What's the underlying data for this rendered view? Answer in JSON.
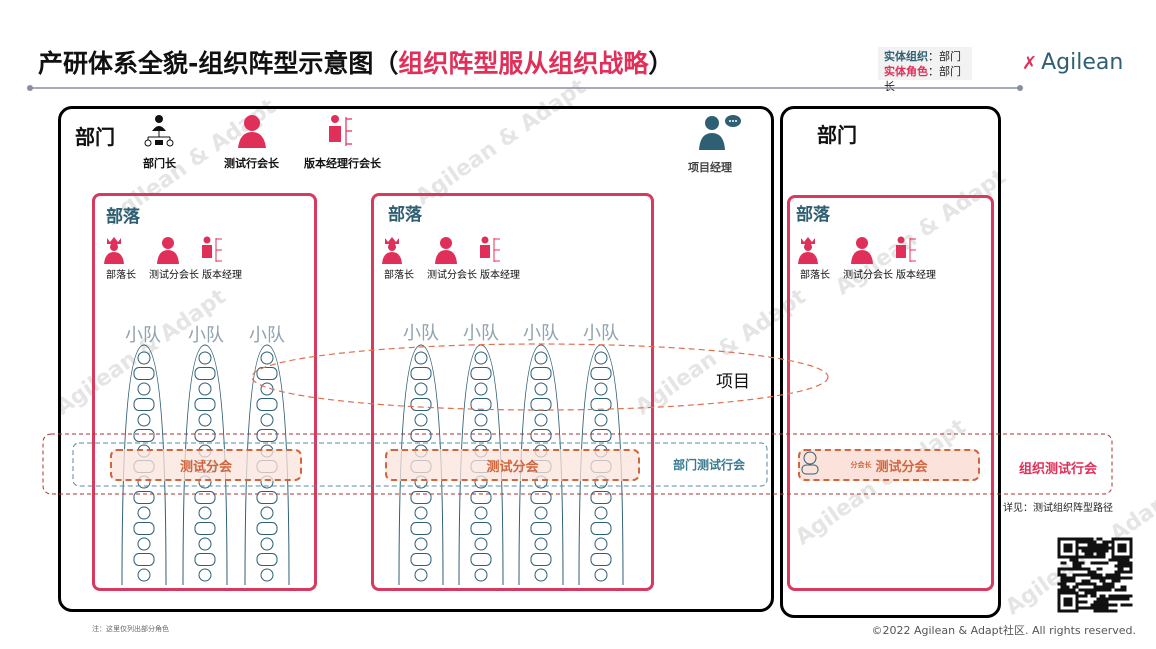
{
  "title": {
    "main": "产研体系全貌-组织阵型示意图（",
    "highlight": "组织阵型服从组织战略",
    "close": "）"
  },
  "legend": {
    "org_key": "实体组织",
    "org_val": "：部门",
    "role_key": "实体角色",
    "role_val": "：部门长"
  },
  "logo": {
    "text": "Agilean"
  },
  "watermark": "Agilean & Adapt",
  "departments": [
    {
      "label": "部门",
      "roles": [
        "部门长",
        "测试行会长",
        "版本经理行会长"
      ],
      "project_manager": "项目经理",
      "tribes": [
        {
          "label": "部落",
          "roles": [
            "部落长",
            "测试分会长",
            "版本经理"
          ],
          "teams": [
            "小队",
            "小队",
            "小队"
          ],
          "chapter": "测试分会"
        },
        {
          "label": "部落",
          "roles": [
            "部落长",
            "测试分会长",
            "版本经理"
          ],
          "teams": [
            "小队",
            "小队",
            "小队",
            "小队"
          ],
          "chapter": "测试分会"
        }
      ]
    },
    {
      "label": "部门",
      "tribes": [
        {
          "label": "部落",
          "roles": [
            "部落长",
            "测试分会长",
            "版本经理"
          ],
          "chapter": "测试分会",
          "chapter_lead": "分会长"
        }
      ]
    }
  ],
  "project_label": "项目",
  "dept_guild_label": "部门测试行会",
  "org_guild_label": "组织测试行会",
  "see_also": "详见：测试组织阵型路径",
  "footnote": "注：这里仅列出部分角色",
  "copyright": "©2022 Agilean & Adapt社区. All rights reserved.",
  "colors": {
    "accent": "#e0305a",
    "teal": "#2f5f73",
    "chapter": "#d0663e"
  }
}
